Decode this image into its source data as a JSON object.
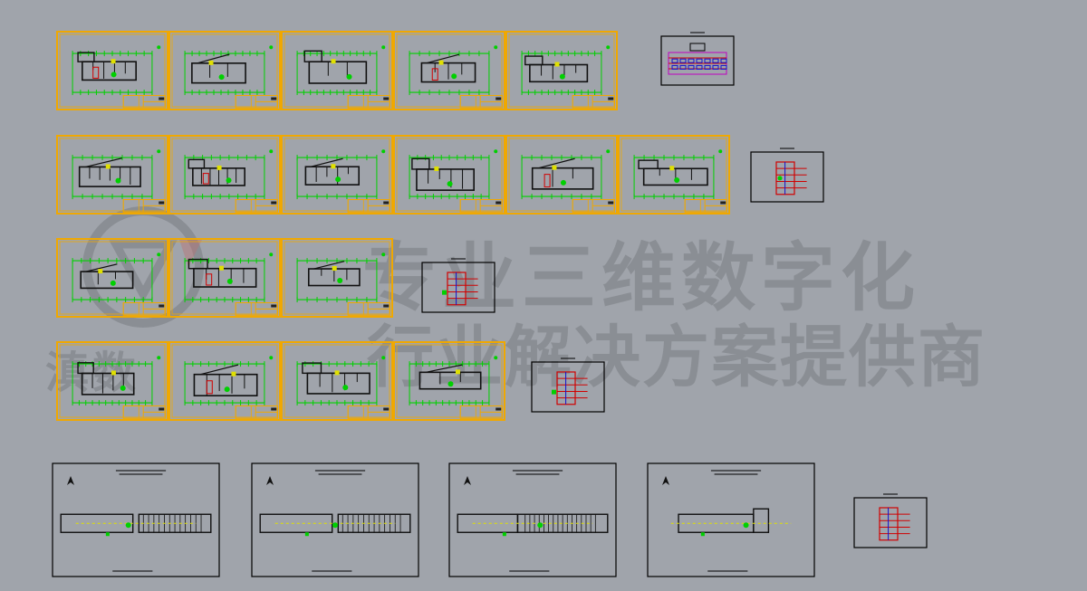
{
  "watermark": {
    "line1": "专业三维数字化",
    "line2": "行业解决方案提供商",
    "brand": "滇数",
    "logo_icon": "brand-logo-icon"
  },
  "colors": {
    "background": "#a0a4ab",
    "sheet_border": "#f0a800",
    "dimension": "#00d000",
    "wall": "#101010",
    "detail_box": "#000000",
    "accent_red": "#d00000",
    "accent_blue": "#1010d0",
    "accent_magenta": "#c000c0",
    "highlight_yellow": "#e0e000"
  },
  "drawing": {
    "rows": [
      {
        "sheets": 5,
        "detail": "table"
      },
      {
        "sheets": 6,
        "detail": "legend"
      },
      {
        "sheets": 3,
        "detail": "section"
      },
      {
        "sheets": 4,
        "detail": "section"
      }
    ],
    "bottom_sheets": 4,
    "bottom_detail": "riser"
  }
}
